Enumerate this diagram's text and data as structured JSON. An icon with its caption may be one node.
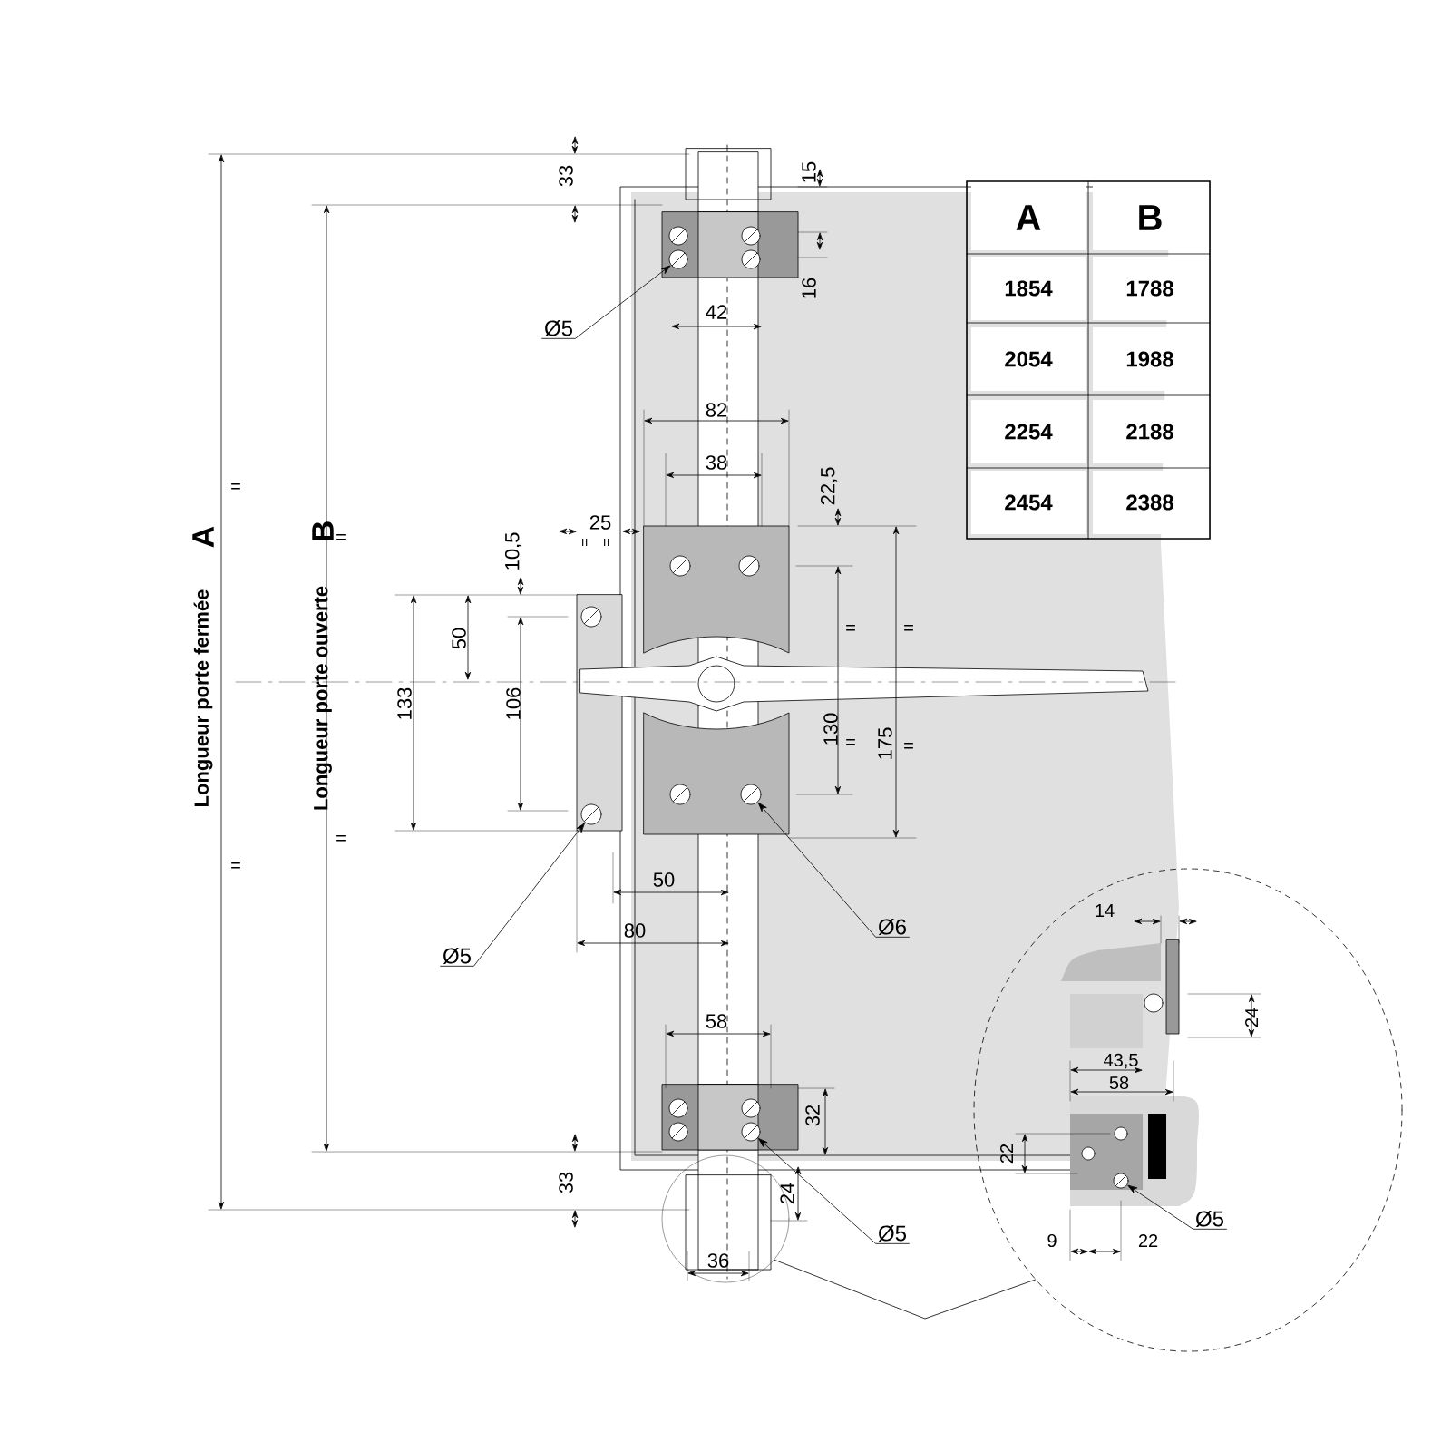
{
  "diagram": {
    "nodes": [
      {
        "text": [
          "Ø5"
        ]
      },
      {
        "text": [],
        "shape": "circle"
      },
      {
        "text": [
          "Ø5"
        ]
      },
      {
        "text": [],
        "shape": "circle"
      },
      {
        "text": [
          "Ø6"
        ]
      },
      {
        "text": [],
        "shape": "circle"
      },
      {
        "text": [
          "Ø5"
        ]
      },
      {
        "text": [],
        "shape": "circle"
      },
      {
        "text": [],
        "shape": "circle"
      },
      {
        "text": [],
        "shape": "ellipse"
      },
      {
        "text": [
          "Ø5"
        ],
        "in": 9
      },
      {
        "text": [],
        "shape": "circle",
        "in": 9
      },
      {
        "text": [],
        "shape": "circle"
      },
      {
        "text": [],
        "shape": "circle"
      },
      {
        "text": [],
        "shape": "circle"
      },
      {
        "text": [],
        "shape": "circle"
      },
      {
        "text": [],
        "shape": "circle"
      },
      {
        "text": [],
        "shape": "circle"
      },
      {
        "text": [],
        "shape": "circle"
      },
      {
        "text": [],
        "shape": "circle"
      },
      {
        "text": [],
        "shape": "circle"
      },
      {
        "text": [],
        "shape": "circle"
      }
    ],
    "edges": [
      {
        "from": 0,
        "to": 1,
        "arrow": "to"
      },
      {
        "from": 2,
        "to": 3,
        "arrow": "to"
      },
      {
        "from": 4,
        "to": 5,
        "arrow": "to"
      },
      {
        "from": 6,
        "to": 7,
        "arrow": "to"
      },
      {
        "from": 10,
        "to": 11,
        "arrow": "to"
      },
      {
        "from": 8,
        "to": 9,
        "arrow": "none"
      }
    ],
    "labels": [
      "33",
      "15",
      "A",
      "B",
      "16",
      "1854",
      "1788",
      "42",
      "2054",
      "1988",
      "82",
      "2254",
      "2188",
      "38",
      "22,5",
      "2454",
      "2388",
      "Longueur porte fermée",
      "A",
      "Longueur porte ouverte",
      "B",
      "=",
      "=",
      "=",
      "=",
      "=",
      "=",
      "=",
      "=",
      "=",
      "=",
      "10,5",
      "25",
      "50",
      "133",
      "106",
      "130",
      "175",
      "50",
      "80",
      "14",
      "58",
      "24",
      "43,5",
      "58",
      "32",
      "22",
      "33",
      "24",
      "9",
      "22",
      "36"
    ]
  }
}
